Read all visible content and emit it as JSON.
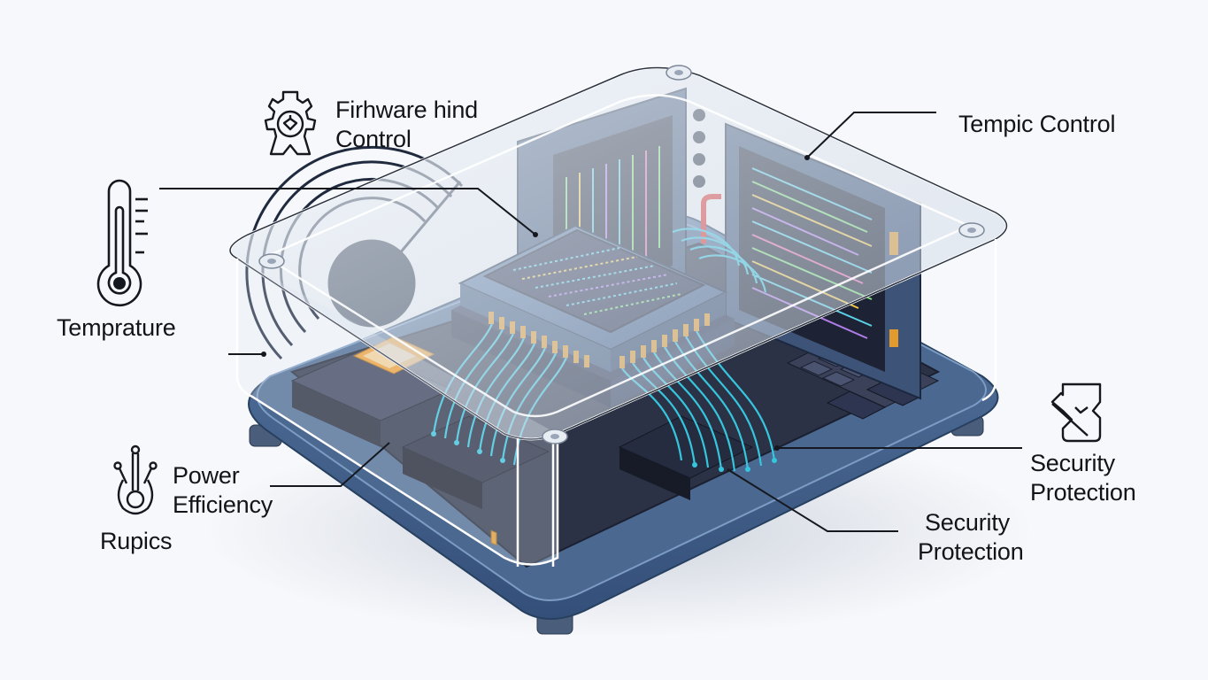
{
  "diagram": {
    "subject": "Embedded controller board inside transparent enclosure (isometric cutaway)",
    "palette": {
      "background": "#f7f8fb",
      "base_plate": "#3e5a80",
      "base_plate_edge": "#5f7fa8",
      "board": "#2a3144",
      "chip_body": "#4d6c94",
      "chip_screen": "#2b3350",
      "pins": "#e39a2c",
      "traces": "#35c6de",
      "screen_dark": "#1e2436",
      "enclosure_glass": "#dfe7f0",
      "line": "#15181f",
      "accent_red": "#e0302a"
    },
    "labels": [
      {
        "id": "firmware",
        "lines": [
          "Firhware hind",
          "Control"
        ],
        "icon": "gear-shield-icon"
      },
      {
        "id": "tempic",
        "lines": [
          "Tempic Control"
        ],
        "icon": null
      },
      {
        "id": "temperature",
        "lines": [
          "Temprature"
        ],
        "icon": "thermometer-icon"
      },
      {
        "id": "power",
        "lines": [
          "Power",
          "Efficiency"
        ],
        "icon": "circuit-node-icon"
      },
      {
        "id": "rupics",
        "lines": [
          "Rupics"
        ],
        "icon": null
      },
      {
        "id": "security-right",
        "lines": [
          "Security",
          "Protection"
        ],
        "icon": "shield-check-icon"
      },
      {
        "id": "security-bottom",
        "lines": [
          "Security",
          "Protection"
        ],
        "icon": null
      }
    ]
  }
}
